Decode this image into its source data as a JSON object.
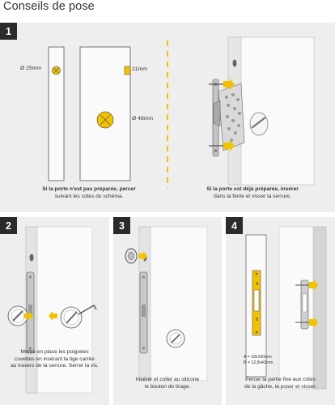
{
  "title": "Conseils de pose",
  "colors": {
    "panel": "#eeeeee",
    "door": "#fafafa",
    "stroke": "#555555",
    "accent": "#f2c200",
    "badge": "#2b2b2b",
    "frame": "#cfcfcf"
  },
  "steps": [
    {
      "number": "1",
      "left": {
        "dims": {
          "d25": "Ø 25mm",
          "d21": "21mm",
          "d48": "Ø 48mm"
        },
        "caption_bold": "Si la porte n'est pas préparée, percer",
        "caption_rest": "suivant les cotes du schéma."
      },
      "right": {
        "caption_bold": "Si la porte est déjà préparée, insérer",
        "caption_rest": "dans la fente et visser la serrure."
      }
    },
    {
      "number": "2",
      "caption": [
        "Mettre en place les poignées",
        "cuvettes en insérant la tige carrée",
        "au travers de la serrure. Serrer la vis."
      ]
    },
    {
      "number": "3",
      "caption": [
        "Insérer et coller au silicone",
        "le bouton de tirage."
      ]
    },
    {
      "number": "4",
      "dims": [
        "A = 18x190mm",
        "B = 12,8x42mm"
      ],
      "letters": {
        "a": "A",
        "b": "B"
      },
      "caption": [
        "Percer la partie fixe aux cotes",
        "de la gâche, la poser et visser."
      ]
    }
  ]
}
